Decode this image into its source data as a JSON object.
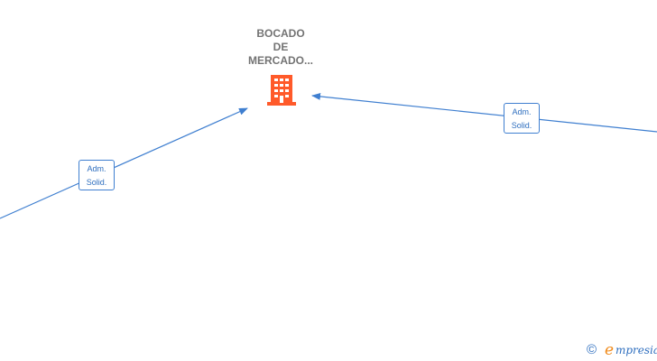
{
  "company": {
    "name_lines": [
      "BOCADO",
      "DE",
      "MERCADO..."
    ],
    "icon": "building-icon",
    "color": "#ff5a2a"
  },
  "edges": [
    {
      "label_lines": [
        "Adm.",
        "Solid."
      ]
    },
    {
      "label_lines": [
        "Adm.",
        "Solid."
      ]
    }
  ],
  "watermark": {
    "copyright": "©",
    "brand_initial": "e",
    "brand_rest": "mpresia"
  },
  "colors": {
    "edge": "#3f7fd0",
    "label_text": "#2f6fbf",
    "title_text": "#737373"
  }
}
